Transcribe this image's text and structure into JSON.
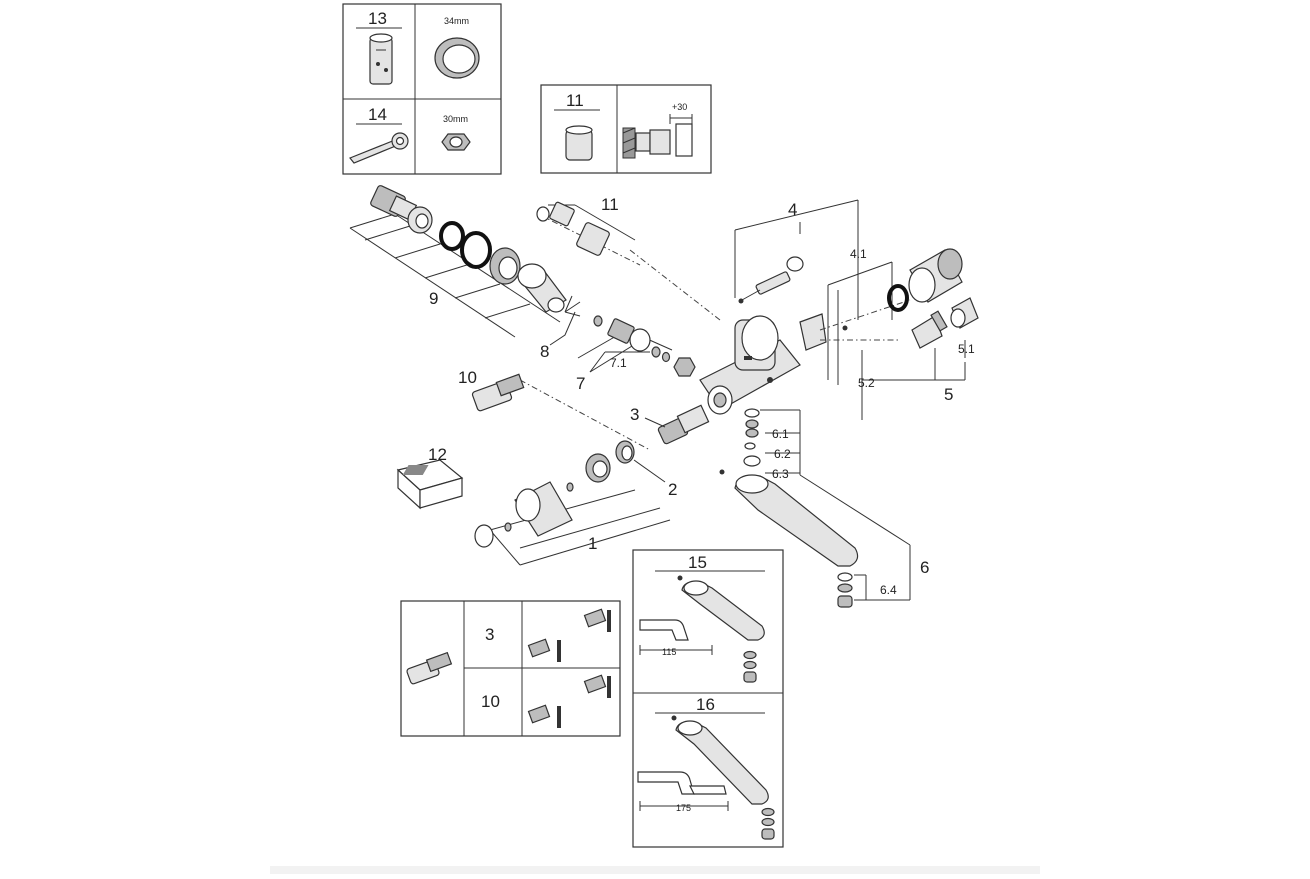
{
  "labels": {
    "p1": "1",
    "p2": "2",
    "p3": "3",
    "p4": "4",
    "p4_1": "4.1",
    "p5": "5",
    "p5_1": "5.1",
    "p5_2": "5.2",
    "p6": "6",
    "p6_1": "6.1",
    "p6_2": "6.2",
    "p6_3": "6.3",
    "p6_4": "6.4",
    "p7": "7",
    "p7_1": "7.1",
    "p8": "8",
    "p9": "9",
    "p10": "10",
    "p11": "11",
    "p12": "12"
  },
  "tools_box": {
    "item13": "13",
    "item13_size": "34mm",
    "item14": "14",
    "item14_size": "30mm"
  },
  "box11": {
    "label": "11",
    "dimension": "+30"
  },
  "variants_box": {
    "row1": "3",
    "row2": "10"
  },
  "spout15": {
    "label": "15",
    "dimension": "115"
  },
  "spout16": {
    "label": "16",
    "dimension": "175"
  }
}
